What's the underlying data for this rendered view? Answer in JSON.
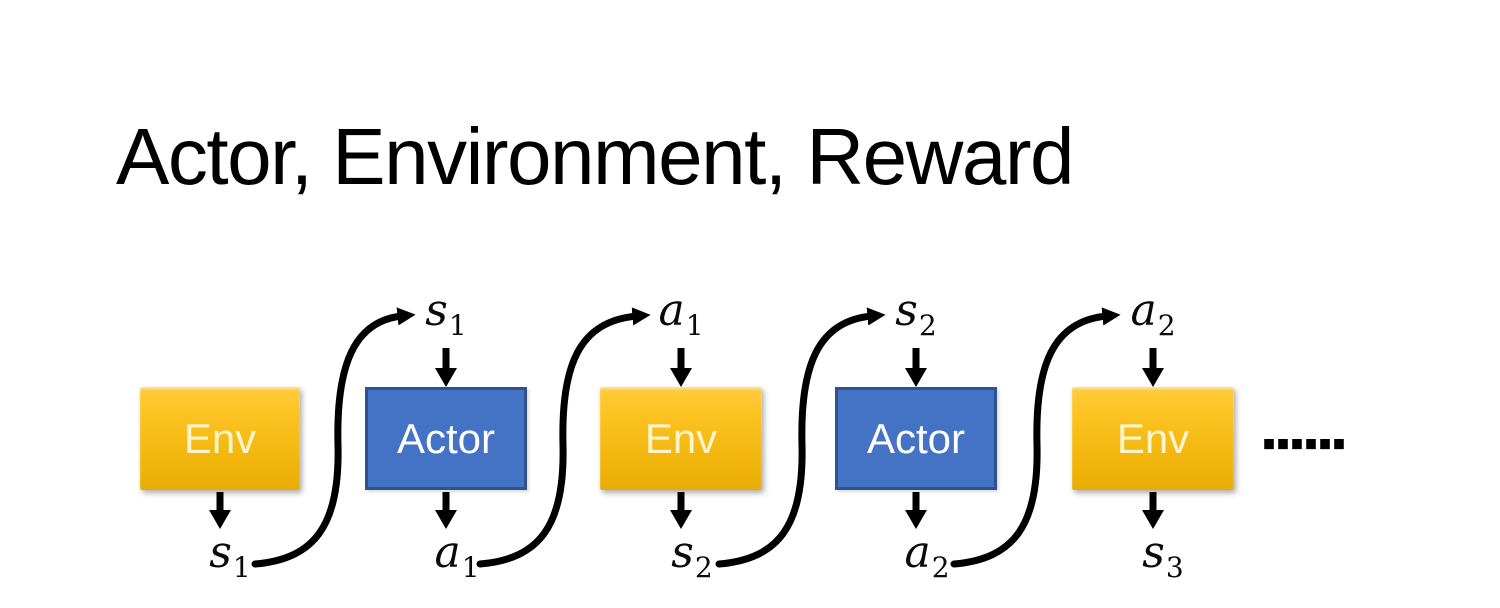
{
  "title": "Actor, Environment, Reward",
  "colors": {
    "env_gradient_top": "#FFCB41",
    "env_gradient_bottom": "#E9AC05",
    "env_text": "#FCF3CF",
    "actor_fill": "#4472C4",
    "actor_border": "#2F528F",
    "actor_text": "#FFFFFF",
    "arrow": "#000000",
    "title_text": "#000000"
  },
  "diagram": {
    "boxes": [
      {
        "label": "Env",
        "type": "env"
      },
      {
        "label": "Actor",
        "type": "actor"
      },
      {
        "label": "Env",
        "type": "env"
      },
      {
        "label": "Actor",
        "type": "actor"
      },
      {
        "label": "Env",
        "type": "env"
      }
    ],
    "top_labels": [
      {
        "base": "s",
        "sub": "1"
      },
      {
        "base": "a",
        "sub": "1"
      },
      {
        "base": "s",
        "sub": "2"
      },
      {
        "base": "a",
        "sub": "2"
      }
    ],
    "bottom_labels": [
      {
        "base": "s",
        "sub": "1"
      },
      {
        "base": "a",
        "sub": "1"
      },
      {
        "base": "s",
        "sub": "2"
      },
      {
        "base": "a",
        "sub": "2"
      },
      {
        "base": "s",
        "sub": "3"
      }
    ],
    "ellipsis": "……"
  }
}
